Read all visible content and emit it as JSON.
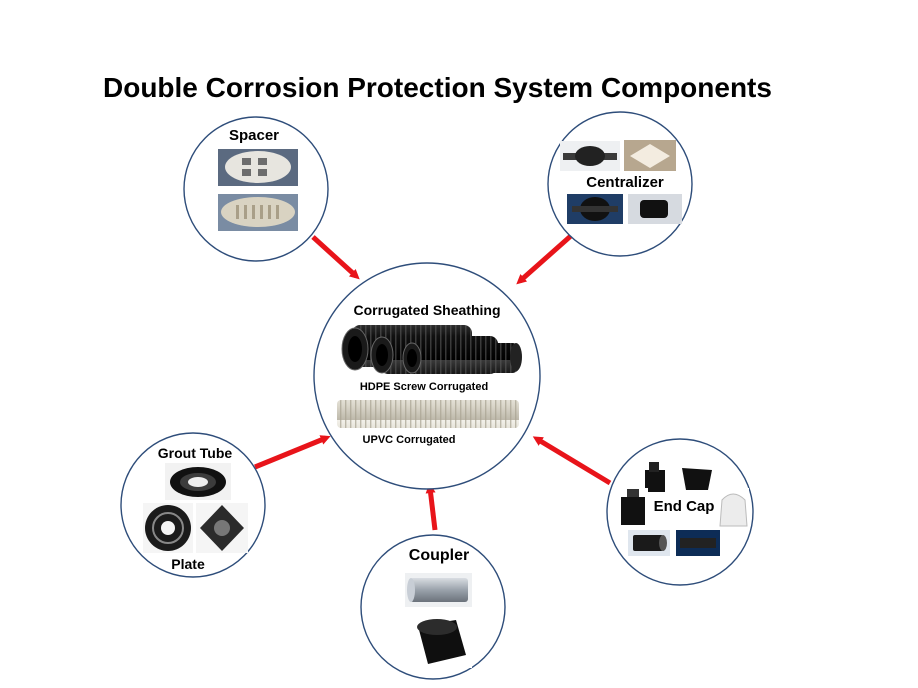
{
  "title": "Double Corrosion Protection System Components",
  "center": {
    "label": "Corrugated Sheathing",
    "items": [
      {
        "label": "HDPE Screw Corrugated",
        "photo": "black-corrugated-pipe-photo"
      },
      {
        "label": "UPVC Corrugated",
        "photo": "white-corrugated-pipe-photo"
      }
    ]
  },
  "components": [
    {
      "id": "spacer",
      "label": "Spacer"
    },
    {
      "id": "centralizer",
      "label": "Centralizer"
    },
    {
      "id": "grout-tube-plate",
      "label": "Grout Tube",
      "sub_label": "Plate"
    },
    {
      "id": "coupler",
      "label": "Coupler"
    },
    {
      "id": "end-cap",
      "label": "End Cap"
    }
  ],
  "colors": {
    "arrow": "#e8141a",
    "circle_border": "#2e4d7a",
    "text": "#000000"
  }
}
